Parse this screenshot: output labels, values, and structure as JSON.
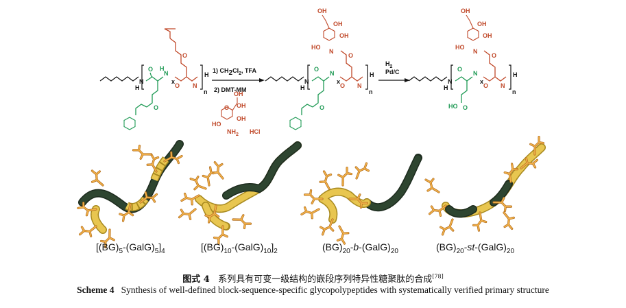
{
  "scheme": {
    "step1_reagent_a": "1) CH",
    "step1_reagent_a_sub": "2",
    "step1_reagent_a2": "Cl",
    "step1_reagent_a2_sub": "2",
    "step1_reagent_a3": ", TFA",
    "step1_reagent_b": "2) DMT-MM",
    "step2_reagent_a": "H",
    "step2_reagent_a_sub": "2",
    "step2_reagent_b": "Pd/C",
    "atoms": {
      "N": "N",
      "H": "H",
      "O": "O",
      "OH": "OH",
      "HO": "HO",
      "NH2": "NH",
      "NH2_sub": "2",
      "HCl": "HCl",
      "HOOC": "HO",
      "x": "x",
      "n": "n"
    }
  },
  "polymers": [
    {
      "pre": "[(BG)",
      "s1": "5",
      "mid": "-(GalG)",
      "s2": "5",
      "post": "]",
      "s3": "4"
    },
    {
      "pre": "[(BG)",
      "s1": "10",
      "mid": "-(GalG)",
      "s2": "10",
      "post": "]",
      "s3": "2"
    },
    {
      "pre": "(BG)",
      "s1": "20",
      "mid": "-",
      "it": "b",
      "mid2": "-(GalG)",
      "s2": "20"
    },
    {
      "pre": "(BG)",
      "s1": "20",
      "mid": "-",
      "it": "st",
      "mid2": "-(GalG)",
      "s2": "20"
    }
  ],
  "caption": {
    "cn_label": "图式 4",
    "cn_text": "系列具有可变一级结构的嵌段序列特异性糖聚肽的合成",
    "cn_ref": "[78]",
    "en_label": "Scheme 4",
    "en_text": "Synthesis of well-defined block-sequence-specific glycopolypeptides with systematically verified primary structure"
  },
  "colors": {
    "dark_segment": "#263a28",
    "gold_segment": "#e0c050",
    "sugar_branch": "#e8a040",
    "green_struct": "#1f9a55",
    "red_struct": "#c0492a"
  }
}
